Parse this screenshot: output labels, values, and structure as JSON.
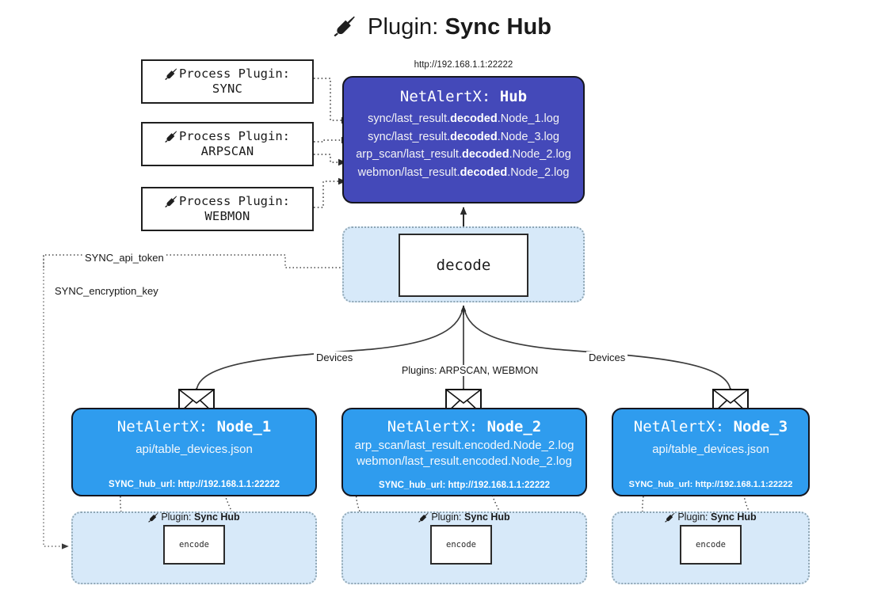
{
  "title": {
    "icon": "plug-icon",
    "prefix": "Plugin:",
    "name": "Sync Hub"
  },
  "process_plugins": [
    {
      "icon": "plug-icon",
      "line1": "Process Plugin:",
      "line2": "SYNC"
    },
    {
      "icon": "plug-icon",
      "line1": "Process Plugin:",
      "line2": "ARPSCAN"
    },
    {
      "icon": "plug-icon",
      "line1": "Process Plugin:",
      "line2": "WEBMON"
    }
  ],
  "hub": {
    "url": "http://192.168.1.1:22222",
    "title_prefix": "NetAlertX:",
    "title_name": "Hub",
    "color": "#4449b9",
    "lines": [
      {
        "pre": "sync/last_result.",
        "mid": "decoded",
        "post": ".Node_1.log"
      },
      {
        "pre": "sync/last_result.",
        "mid": "decoded",
        "post": ".Node_3.log"
      },
      {
        "pre": "arp_scan/last_result.",
        "mid": "decoded",
        "post": ".Node_2.log"
      },
      {
        "pre": "webmon/last_result.",
        "mid": "decoded",
        "post": ".Node_2.log"
      }
    ]
  },
  "decode": {
    "label": "decode",
    "container_color": "#d7e9f9"
  },
  "settings_edges": {
    "api_token": "SYNC_api_token",
    "encryption_key": "SYNC_encryption_key"
  },
  "flow_labels": {
    "devices_left": "Devices",
    "devices_right": "Devices",
    "plugins_center": "Plugins: ARPSCAN, WEBMON"
  },
  "nodes": [
    {
      "title_prefix": "NetAlertX:",
      "title_name": "Node_1",
      "color": "#2f9cee",
      "lines": [
        "api/table_devices.json"
      ],
      "footer_key": "SYNC_hub_url:",
      "footer_value": "http://192.168.1.1:22222",
      "envelope_icon": "envelope-icon",
      "plugin_label_icon": "plug-icon",
      "plugin_label_prefix": "Plugin:",
      "plugin_label_name": "Sync Hub",
      "encode_label": "encode"
    },
    {
      "title_prefix": "NetAlertX:",
      "title_name": "Node_2",
      "color": "#2f9cee",
      "lines": [
        "arp_scan/last_result.encoded.Node_2.log",
        "webmon/last_result.encoded.Node_2.log"
      ],
      "footer_key": "SYNC_hub_url:",
      "footer_value": "http://192.168.1.1:22222",
      "envelope_icon": "envelope-icon",
      "plugin_label_icon": "plug-icon",
      "plugin_label_prefix": "Plugin:",
      "plugin_label_name": "Sync Hub",
      "encode_label": "encode"
    },
    {
      "title_prefix": "NetAlertX:",
      "title_name": "Node_3",
      "color": "#2f9cee",
      "lines": [
        "api/table_devices.json"
      ],
      "footer_key": "SYNC_hub_url:",
      "footer_value": "http://192.168.1.1:22222",
      "envelope_icon": "envelope-icon",
      "plugin_label_icon": "plug-icon",
      "plugin_label_prefix": "Plugin:",
      "plugin_label_name": "Sync Hub",
      "encode_label": "encode"
    }
  ]
}
